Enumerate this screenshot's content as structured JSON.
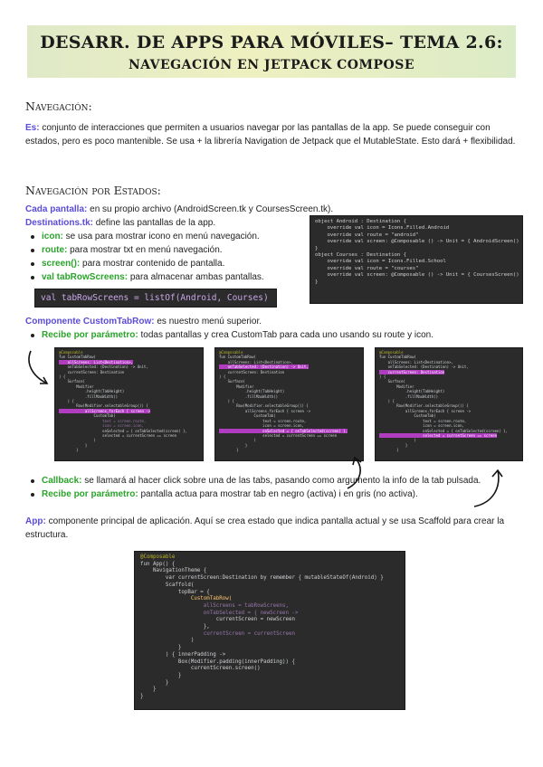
{
  "header": {
    "title": "DESARR. DE APPS PARA MÓVILES– TEMA 2.6:",
    "subtitle": "NAVEGACIÓN EN JETPACK COMPOSE"
  },
  "sec1": {
    "heading": "Navegación:",
    "label": "Es:",
    "text": "conjunto de interacciones que permiten a usuarios navegar por las pantallas de la app. Se puede conseguir con estados, pero es poco mantenible. Se usa + la librería Navigation de Jetpack que el MutableState. Esto dará + flexibilidad."
  },
  "sec2": {
    "heading": "Navegación por Estados:",
    "cada_label": "Cada pantalla:",
    "cada_text": "en su propio archivo (AndroidScreen.tk y CoursesScreen.tk).",
    "dest_label": "Destinations.tk:",
    "dest_text": "define las pantallas de la app.",
    "bullets": [
      {
        "label": "icon:",
        "text": "se usa para mostrar icono en menú navegación."
      },
      {
        "label": "route:",
        "text": "para mostrar txt en menú navegación."
      },
      {
        "label": "screen():",
        "text": "para mostrar contenido de pantalla."
      },
      {
        "label": "val tabRowScreens:",
        "text": "para almacenar ambas pantallas."
      }
    ],
    "tabrow_code": "val tabRowScreens = listOf(Android, Courses)",
    "comp_label": "Componente CustomTabRow:",
    "comp_text": "es nuestro menú superior.",
    "recibe1_label": "Recibe por parámetro:",
    "recibe1_text": "todas pantallas y crea CustomTab para cada uno usando su route y icon.",
    "callback_label": "Callback:",
    "callback_text": "se llamará al hacer click sobre una de las tabs, pasando como argumento la info de la tab pulsada.",
    "recibe2_label": "Recibe por parámetro:",
    "recibe2_text": "pantalla actua para mostrar tab en negro (activa) i en gris (no activa).",
    "app_label": "App:",
    "app_text": "componente principal de aplicación. Aquí se crea estado que indica pantalla actual y se usa Scaffold para crear la estructura."
  },
  "code_dest": [
    "object Android : Destination {",
    "    override val icon = Icons.Filled.Android",
    "    override val route = \"android\"",
    "    override val screen: @Composable () -> Unit = { AndroidScreen() }",
    "}",
    "",
    "object Courses : Destination {",
    "    override val icon = Icons.Filled.School",
    "    override val route = \"courses\"",
    "    override val screen: @Composable () -> Unit = { CoursesScreen() }",
    "}"
  ],
  "code_tab1": [
    "@Composable",
    "fun CustomTabRow(",
    "    allScreens: List<Destination>,",
    "    onTabSelected: (Destination) -> Unit,",
    "    currentScreen: Destination",
    ") {",
    "    Surface(",
    "        Modifier",
    "            .height(TabHeight)",
    "            .fillMaxWidth()",
    "    ) {",
    "        Row(Modifier.selectableGroup()) {",
    "            allScreens.forEach { screen ->",
    "                CustomTab(",
    "                    text = screen.route,",
    "                    icon = screen.icon,",
    "                    onSelected = { onTabSelected(screen) },",
    "                    selected = currentScreen == screen",
    "                )",
    "            }",
    "        }",
    "    }",
    "}"
  ],
  "code_tab2": [
    "@Composable",
    "fun CustomTabRow(",
    "    allScreens: List<Destination>,",
    "    onTabSelected: (Destination) -> Unit,",
    "    currentScreen: Destination",
    ") {",
    "    Surface(",
    "        Modifier",
    "            .height(TabHeight)",
    "            .fillMaxWidth()",
    "    ) {",
    "        Row(Modifier.selectableGroup()) {",
    "            allScreens.forEach { screen ->",
    "                CustomTab(",
    "                    text = screen.route,",
    "                    icon = screen.icon,",
    "                    onSelected = { onTabSelected(screen) },",
    "                    selected = currentScreen == screen",
    "                )",
    "            }",
    "        }",
    "    }",
    "}"
  ],
  "code_tab3": [
    "@Composable",
    "fun CustomTabRow(",
    "    allScreens: List<Destination>,",
    "    onTabSelected: (Destination) -> Unit,",
    "    currentScreen: Destination",
    ") {",
    "    Surface(",
    "        Modifier",
    "            .height(TabHeight)",
    "            .fillMaxWidth()",
    "    ) {",
    "        Row(Modifier.selectableGroup()) {",
    "            allScreens.forEach { screen ->",
    "                CustomTab(",
    "                    text = screen.route,",
    "                    icon = screen.icon,",
    "                    onSelected = { onTabSelected(screen) },",
    "                    selected = currentScreen == screen",
    "                )",
    "            }",
    "        }",
    "    }",
    "}"
  ],
  "code_app": [
    "@Composable",
    "fun App() {",
    "    NavigationTheme {",
    "",
    "        var currentScreen:Destination by remember { mutableStateOf(Android) }",
    "",
    "        Scaffold(",
    "            topBar = {",
    "                CustomTabRow(",
    "                    allScreens = tabRowScreens,",
    "                    onTabSelected = { newScreen ->",
    "                        currentScreen = newScreen",
    "                    },",
    "                    currentScreen = currentScreen",
    "                )",
    "            }",
    "        ) { innerPadding ->",
    "            Box(Modifier.padding(innerPadding)) {",
    "                currentScreen.screen()",
    "            }",
    "        }",
    "    }",
    "}"
  ]
}
